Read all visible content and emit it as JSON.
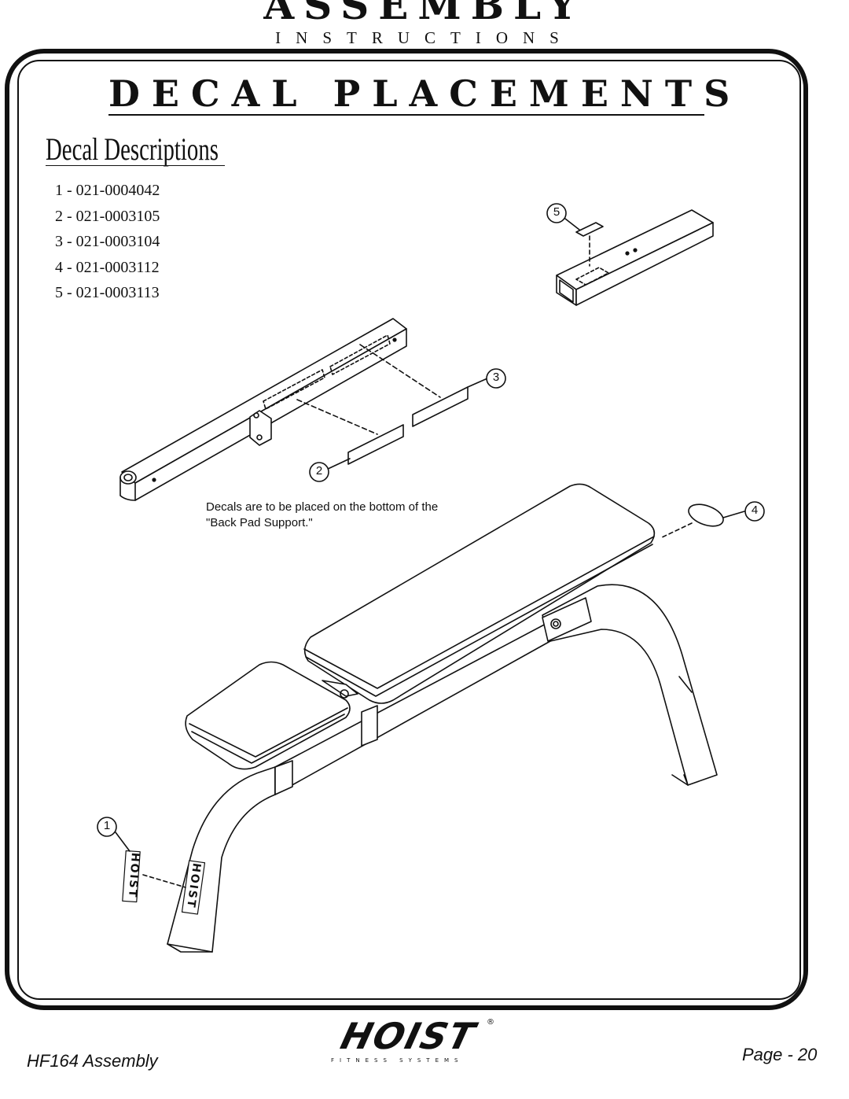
{
  "header": {
    "title": "ASSEMBLY",
    "subtitle": "INSTRUCTIONS"
  },
  "section": {
    "title": "DECAL PLACEMENTS",
    "descriptions_heading": "Decal Descriptions"
  },
  "decals": [
    {
      "label": "1 - 021-0004042"
    },
    {
      "label": "2 - 021-0003105"
    },
    {
      "label": "3 - 021-0003104"
    },
    {
      "label": "4 - 021-0003112"
    },
    {
      "label": "5 - 021-0003113"
    }
  ],
  "callouts": [
    "1",
    "2",
    "3",
    "4",
    "5"
  ],
  "note": "Decals are to be placed on the bottom of the \"Back Pad Support.\"",
  "decal_text": "HOIST",
  "footer": {
    "model": "HF164 Assembly",
    "page": "Page - 20",
    "logo_word": "HOIST",
    "logo_tagline": "FITNESS SYSTEMS",
    "logo_reg": "®"
  }
}
